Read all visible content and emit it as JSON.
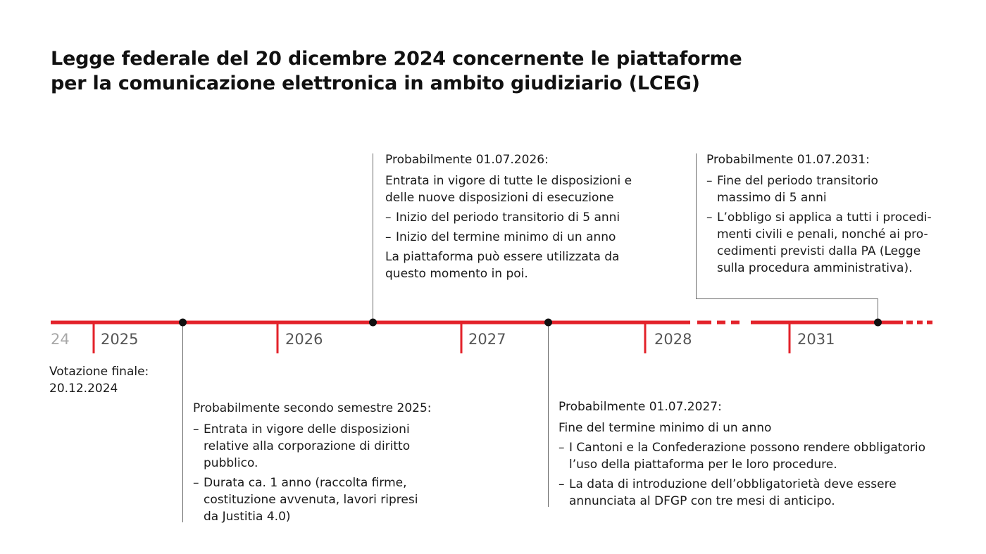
{
  "title": {
    "line1": "Legge federale del 20 dicembre 2024 concernente le piattaforme",
    "line2": "per la comunicazione elettronica in ambito giudiziario (LCEG)"
  },
  "colors": {
    "timeline": "#e3222a",
    "marker": "#111111",
    "leader": "#6b6b6b"
  },
  "years": {
    "y2024": "24",
    "y2025": "2025",
    "y2026": "2026",
    "y2027": "2027",
    "y2028": "2028",
    "y2031": "2031"
  },
  "events": {
    "final_vote": {
      "line1": "Votazione finale:",
      "line2": "20.12.2024"
    },
    "h2_2025": {
      "heading": "Probabilmente secondo semestre 2025:",
      "bullet1": [
        "Entrata in vigore delle disposizioni",
        "relative alla corporazione di diritto",
        "pubblico."
      ],
      "bullet2": [
        "Durata ca. 1 anno (raccolta firme,",
        "costituzione avvenuta, lavori ripresi",
        "da Justitia 4.0)"
      ]
    },
    "jul_2026": {
      "heading": "Probabilmente 01.07.2026:",
      "para1": [
        "Entrata in vigore di tutte le disposizioni e",
        "delle nuove disposizioni di esecuzione"
      ],
      "bullet1": "Inizio del periodo transitorio di 5 anni",
      "bullet2": "Inizio del termine minimo di un anno",
      "para2": [
        "La piattaforma può essere utilizzata da",
        "questo momento in poi."
      ]
    },
    "jul_2027": {
      "heading": "Probabilmente 01.07.2027:",
      "para1": "Fine del termine minimo di un anno",
      "bullet1": [
        "I Cantoni e la Confederazione possono rendere obbligatorio",
        "l’uso della piattaforma per le loro procedure."
      ],
      "bullet2": [
        "La data di introduzione dell’obbligatorietà deve essere",
        "annunciata al DFGP con tre mesi di anticipo."
      ]
    },
    "jul_2031": {
      "heading": "Probabilmente 01.07.2031:",
      "bullet1": [
        "Fine del periodo transitorio",
        "massimo di 5 anni"
      ],
      "bullet2": [
        "L’obbligo si applica a tutti i procedi-",
        "menti civili e penali, nonché ai pro-",
        "cedimenti previsti dalla PA (Legge",
        "sulla procedura amministrativa)."
      ]
    }
  },
  "dash": "–"
}
